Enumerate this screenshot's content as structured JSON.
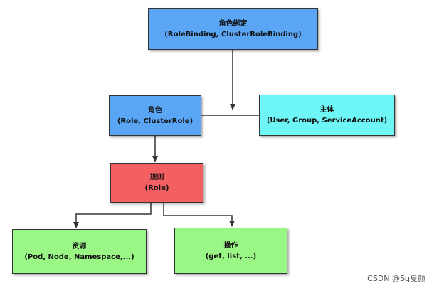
{
  "nodes": {
    "rolebinding": {
      "title": "角色绑定",
      "subtitle": "(RoleBinding, ClusterRoleBinding)",
      "color": "#5aa6f5"
    },
    "role": {
      "title": "角色",
      "subtitle": "(Role, ClusterRole)",
      "color": "#5aa6f5"
    },
    "subject": {
      "title": "主体",
      "subtitle": "(User, Group, ServiceAccount)",
      "color": "#6df6f5"
    },
    "rule": {
      "title": "规则",
      "subtitle": "(Role)",
      "color": "#f45f62"
    },
    "resource": {
      "title": "资源",
      "subtitle": "(Pod, Node, Namespace,...)",
      "color": "#9af685"
    },
    "operation": {
      "title": "操作",
      "subtitle": "(get, list, ...)",
      "color": "#9af685"
    }
  },
  "watermark": "CSDN @Sq夏颜"
}
